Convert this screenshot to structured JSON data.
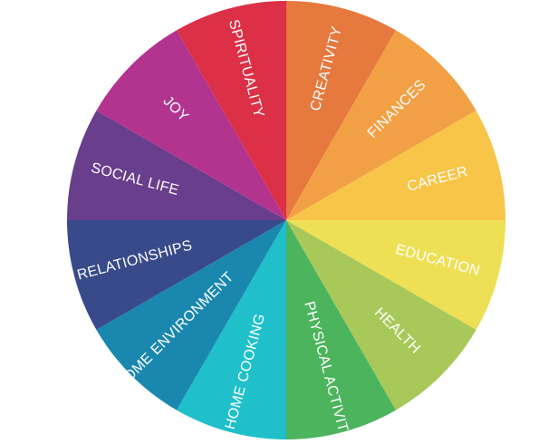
{
  "segments": [
    {
      "label": "CREATIVITY",
      "color": "#E6793E"
    },
    {
      "label": "FINANCES",
      "color": "#F2A045"
    },
    {
      "label": "CAREER",
      "color": "#F7C548"
    },
    {
      "label": "EDUCATION",
      "color": "#EDE055"
    },
    {
      "label": "HEALTH",
      "color": "#A8C95A"
    },
    {
      "label": "PHYSICAL ACTIVITY",
      "color": "#4DB45E"
    },
    {
      "label": "HOME COOKING",
      "color": "#1FC0C9"
    },
    {
      "label": "HOME ENVIRONMENT",
      "color": "#1A87AF"
    },
    {
      "label": "RELATIONSHIPS",
      "color": "#394A8A"
    },
    {
      "label": "SOCIAL LIFE",
      "color": "#693E8C"
    },
    {
      "label": "JOY",
      "color": "#B3348F"
    },
    {
      "label": "SPIRITUALITY",
      "color": "#DC3047"
    }
  ]
}
